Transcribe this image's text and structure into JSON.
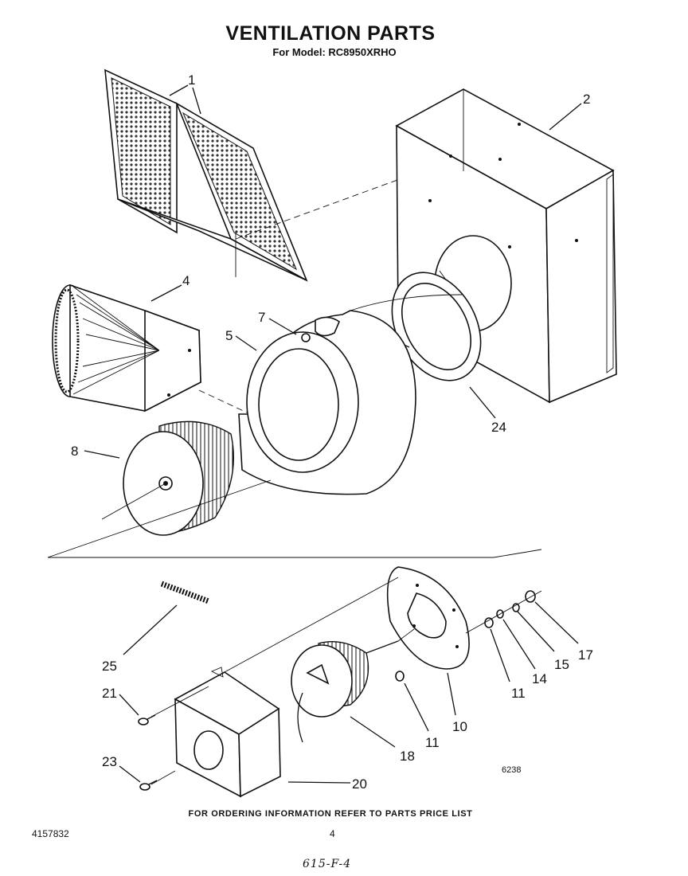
{
  "header": {
    "title": "VENTILATION PARTS",
    "subtitle": "For Model: RC8950XRHO"
  },
  "callouts": {
    "c1": "1",
    "c2": "2",
    "c4": "4",
    "c5": "5",
    "c7": "7",
    "c8": "8",
    "c24": "24",
    "c25": "25",
    "c21": "21",
    "c23": "23",
    "c20": "20",
    "c18": "18",
    "c11a": "11",
    "c10": "10",
    "c11b": "11",
    "c14": "14",
    "c15": "15",
    "c17": "17"
  },
  "diagram_code": "6238",
  "footer": {
    "note": "FOR ORDERING INFORMATION REFER TO PARTS PRICE LIST",
    "doc_number": "4157832",
    "page": "4",
    "handwritten": "615-F-4"
  }
}
